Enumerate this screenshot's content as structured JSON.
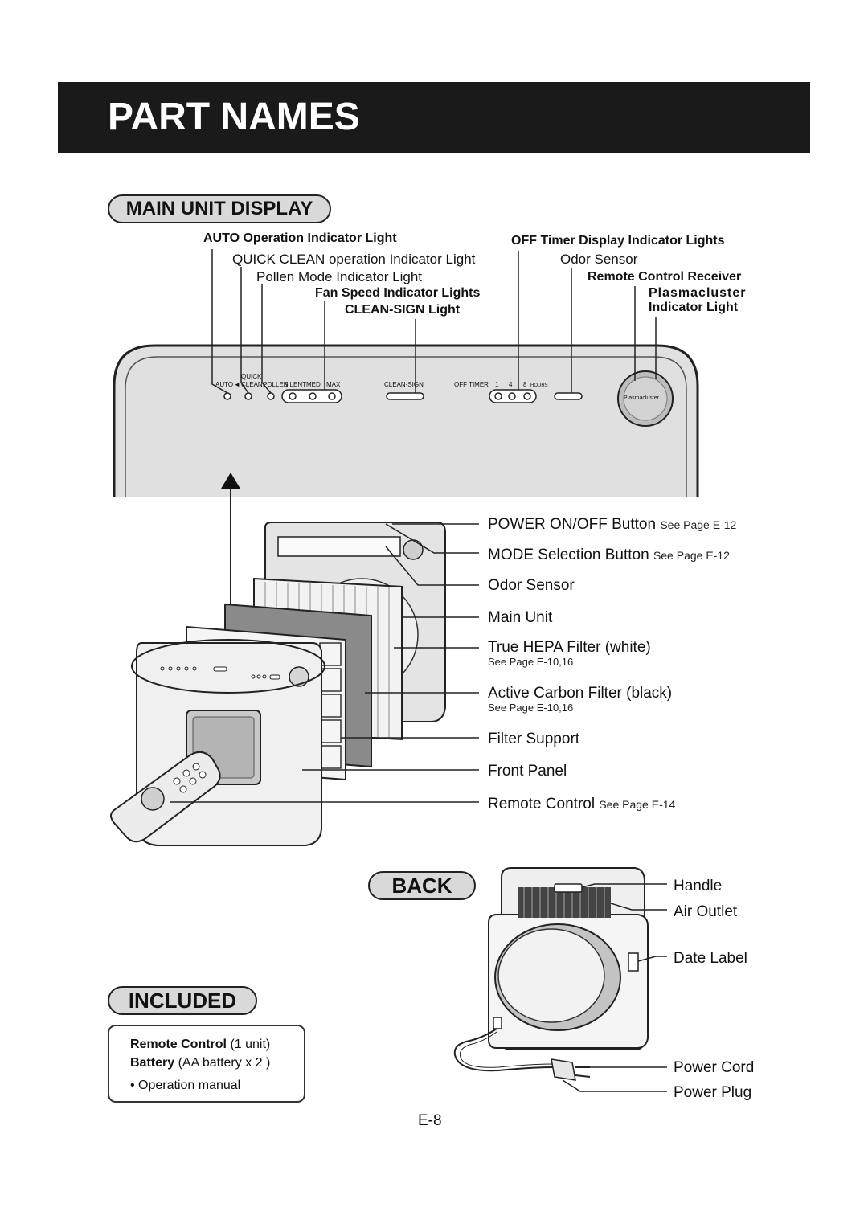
{
  "header": {
    "title": "PART NAMES"
  },
  "sections": {
    "main_unit_display": "MAIN UNIT DISPLAY",
    "back": "BACK",
    "included": "INCLUDED"
  },
  "display_labels": {
    "auto": "AUTO Operation Indicator Light",
    "quick_clean": "QUICK CLEAN operation Indicator Light",
    "pollen": "Pollen Mode Indicator Light",
    "fan_speed": "Fan Speed Indicator Lights",
    "clean_sign": "CLEAN-SIGN Light",
    "off_timer": "OFF Timer Display Indicator Lights",
    "odor_sensor": "Odor Sensor",
    "remote_receiver": "Remote Control Receiver",
    "plasmacluster_1": "Plasmacluster",
    "plasmacluster_2": "Indicator Light"
  },
  "panel_text": {
    "auto": "AUTO",
    "quick": "QUICK",
    "clean": "CLEAN",
    "pollen": "POLLEN",
    "silent": "SILENT",
    "med": "MED",
    "max": "MAX",
    "clean_sign": "CLEAN-SIGN",
    "off_timer": "OFF TIMER",
    "t1": "1",
    "t4": "4",
    "t8": "8",
    "hours": "HOURS",
    "plasmacluster": "Plasmacluster"
  },
  "parts": [
    {
      "name": "POWER ON/OFF Button",
      "ref": "See Page E-12"
    },
    {
      "name": "MODE Selection Button",
      "ref": "See Page E-12"
    },
    {
      "name": "Odor Sensor",
      "ref": ""
    },
    {
      "name": "Main Unit",
      "ref": ""
    },
    {
      "name": "True HEPA Filter (white)",
      "ref": "See Page E-10,16"
    },
    {
      "name": "Active Carbon Filter (black)",
      "ref": "See Page E-10,16"
    },
    {
      "name": "Filter Support",
      "ref": ""
    },
    {
      "name": "Front Panel",
      "ref": ""
    },
    {
      "name": "Remote Control",
      "ref": "See Page E-14"
    }
  ],
  "back_parts": {
    "handle": "Handle",
    "air_outlet": "Air Outlet",
    "date_label": "Date Label",
    "power_cord": "Power Cord",
    "power_plug": "Power Plug"
  },
  "included": {
    "remote_label": "Remote Control",
    "remote_qty": "(1 unit)",
    "battery_label": "Battery",
    "battery_qty": "(AA battery x 2 )",
    "manual": "• Operation manual"
  },
  "page_number": "E-8"
}
